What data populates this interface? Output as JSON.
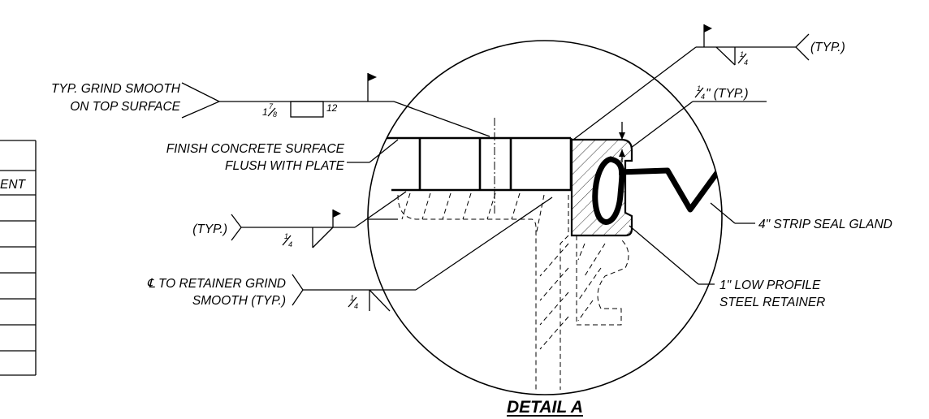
{
  "title": "DETAIL A",
  "partial_table": {
    "header": "ENT"
  },
  "callouts": {
    "grind_top": {
      "line1": "TYP. GRIND SMOOTH",
      "line2": "ON TOP SURFACE"
    },
    "finish_concrete": {
      "line1": "FINISH CONCRETE SURFACE",
      "line2": "FLUSH WITH PLATE"
    },
    "typ_left": "(TYP.)",
    "retainer_grind": {
      "line1": "℄ TO RETAINER GRIND",
      "line2": "SMOOTH (TYP.)"
    },
    "typ_top_right": "(TYP.)",
    "quarter_typ": "\" (TYP.)",
    "strip_seal": "4\" STRIP SEAL GLAND",
    "retainer": {
      "line1": "1\" LOW PROFILE",
      "line2": "STEEL RETAINER"
    }
  },
  "welds": {
    "top": {
      "size_whole": "1",
      "size_num": "7",
      "size_den": "8",
      "pitch": "12"
    },
    "top_right": {
      "size_num": "1",
      "size_den": "4"
    },
    "left": {
      "size_num": "1",
      "size_den": "4"
    },
    "bottom": {
      "size_num": "1",
      "size_den": "4"
    },
    "quarter_typ": {
      "size_num": "1",
      "size_den": "4"
    }
  }
}
